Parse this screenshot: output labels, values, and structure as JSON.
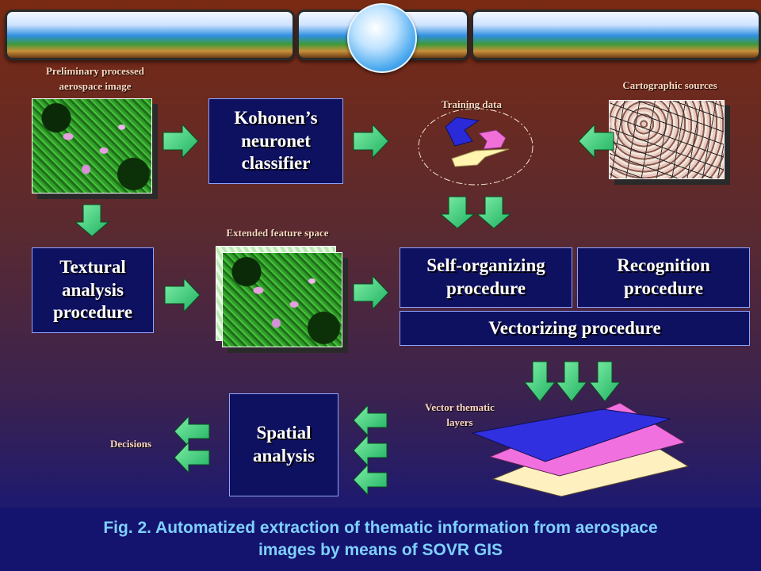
{
  "boxes": {
    "kohonen": [
      "Kohonen’s",
      "neuronet",
      "classifier"
    ],
    "textural": [
      "Textural",
      "analysis",
      "procedure"
    ],
    "self_org": [
      "Self-organizing",
      "procedure"
    ],
    "recognition": [
      "Recognition",
      "procedure"
    ],
    "vectorizing": "Vectorizing procedure",
    "spatial": [
      "Spatial",
      "analysis"
    ]
  },
  "labels": {
    "preliminary": [
      "Preliminary processed",
      "aerospace image"
    ],
    "cartographic": "Cartographic sources",
    "training": "Training data",
    "extended": "Extended feature space",
    "vector_layers": [
      "Vector thematic",
      "layers"
    ],
    "decisions": "Decisions"
  },
  "caption": [
    "Fig. 2. Automatized extraction of thematic information from aerospace",
    "images by means of SOVR GIS"
  ],
  "colors": {
    "box_bg": "#0e1060",
    "arrow_fill": "#40e07a",
    "layer_top": "#3030e0",
    "layer_mid": "#f070e0",
    "layer_bottom": "#fff0c0"
  }
}
